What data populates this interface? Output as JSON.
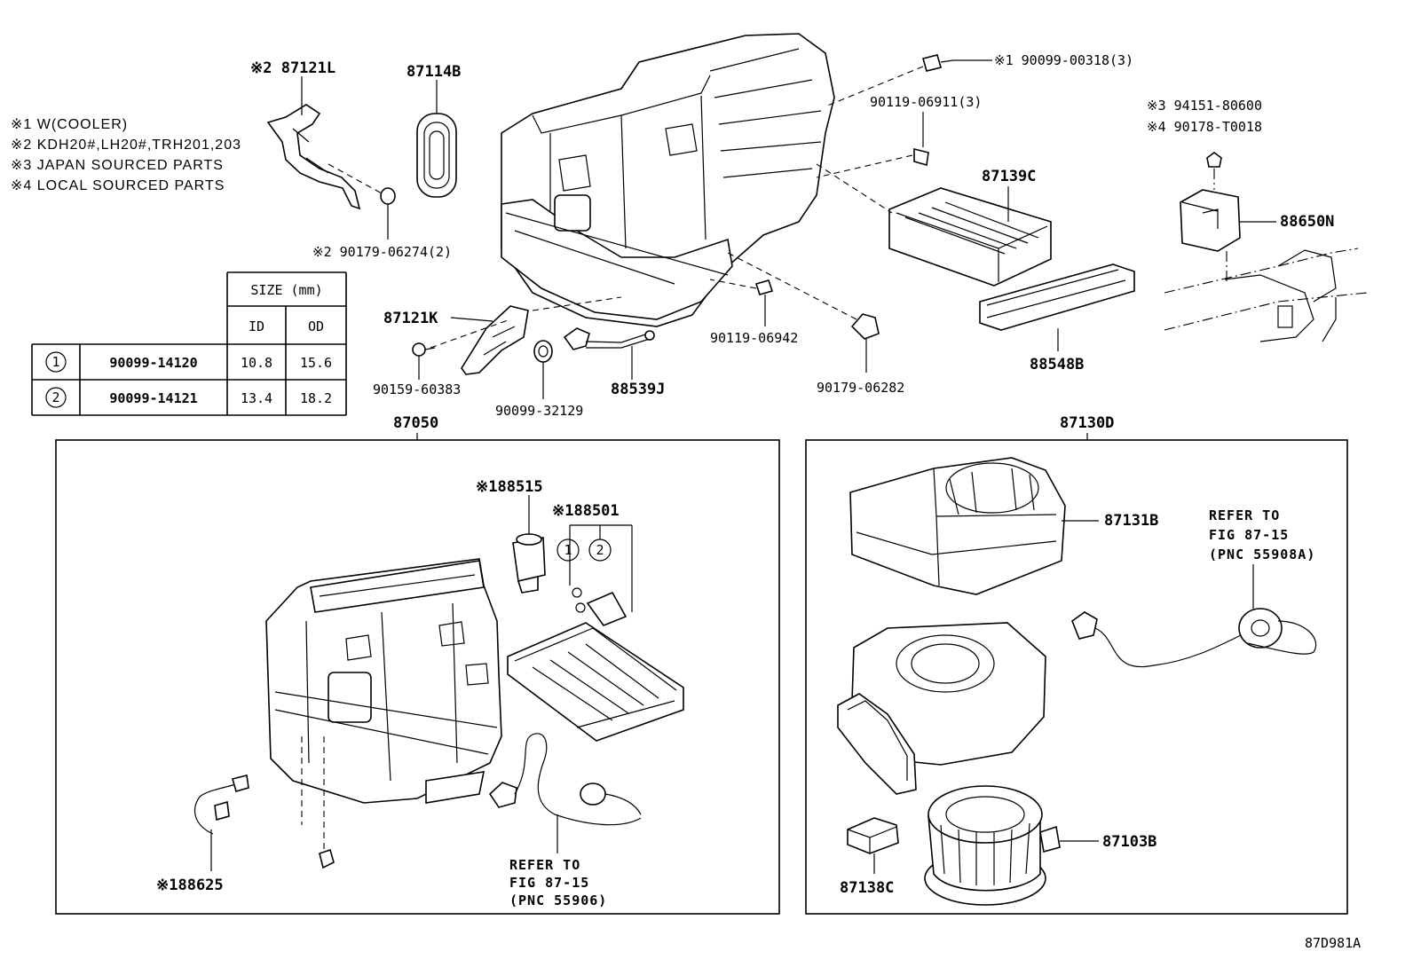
{
  "notes": [
    "※1 W(COOLER)",
    "※2 KDH20#,LH20#,TRH201,203",
    "※3 JAPAN SOURCED PARTS",
    "※4 LOCAL SOURCED PARTS"
  ],
  "labels": {
    "p87121L": "※2 87121L",
    "p87114B": "87114B",
    "p90179_06274": "※2 90179-06274(2)",
    "p90099_00318": "※1 90099-00318(3)",
    "p90119_06911": "90119-06911(3)",
    "p87139C": "87139C",
    "p94151": "※3 94151-80600",
    "p90178": "※4 90178-T0018",
    "p88650N": "88650N",
    "p87121K": "87121K",
    "p90159": "90159-60383",
    "p90099_32129": "90099-32129",
    "p88539J": "88539J",
    "p90119_06942": "90119-06942",
    "p90179_06282": "90179-06282",
    "p88548B": "88548B",
    "p87050": "87050",
    "p87130D": "87130D",
    "p88515": "※188515",
    "p88501": "※188501",
    "p88625": "※188625",
    "p87131B": "87131B",
    "p87103B": "87103B",
    "p87138C": "87138C",
    "diagram_id": "87D981A"
  },
  "refer_left": [
    "REFER TO",
    "FIG 87-15",
    "(PNC 55906)"
  ],
  "refer_right": [
    "REFER TO",
    "FIG 87-15",
    "(PNC 55908A)"
  ],
  "size_table": {
    "header": "SIZE (mm)",
    "col_id": "ID",
    "col_od": "OD",
    "rows": [
      {
        "no": "1",
        "part": "90099-14120",
        "id": "10.8",
        "od": "15.6"
      },
      {
        "no": "2",
        "part": "90099-14121",
        "id": "13.4",
        "od": "18.2"
      }
    ]
  },
  "callouts": {
    "c1": "1",
    "c2": "2"
  }
}
